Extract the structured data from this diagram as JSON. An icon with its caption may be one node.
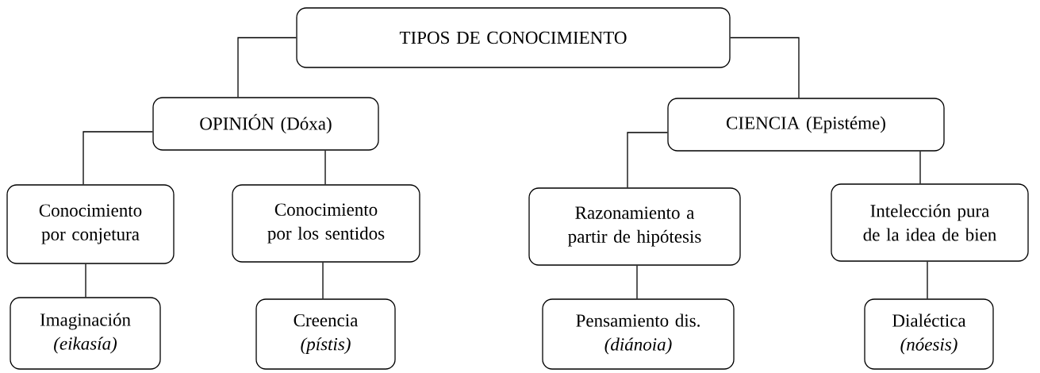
{
  "diagram": {
    "nodes": [
      {
        "text": [
          "TIPOS DE CONOCIMIENTO"
        ]
      },
      {
        "text": [
          "OPINIÓN (Dóxa)"
        ]
      },
      {
        "text": [
          "CIENCIA (Epistéme)"
        ]
      },
      {
        "text": [
          "Conocimiento por conjetura"
        ]
      },
      {
        "text": [
          "Conocimiento por los sentidos"
        ]
      },
      {
        "text": [
          "Razonamiento a partir de hipótesis"
        ]
      },
      {
        "text": [
          "Intelección pura de la idea de bien"
        ]
      },
      {
        "text": [
          "Imaginación",
          "(eikasía)"
        ]
      },
      {
        "text": [
          "Creencia",
          "(pístis)"
        ]
      },
      {
        "text": [
          "Pensamiento dis.",
          "(diánoia)"
        ]
      },
      {
        "text": [
          "Dialéctica",
          "(nóesis)"
        ]
      }
    ],
    "edges": [
      {
        "from": 0,
        "to": 1,
        "arrow": "none"
      },
      {
        "from": 0,
        "to": 2,
        "arrow": "none"
      },
      {
        "from": 1,
        "to": 3,
        "arrow": "none"
      },
      {
        "from": 1,
        "to": 4,
        "arrow": "none"
      },
      {
        "from": 2,
        "to": 5,
        "arrow": "none"
      },
      {
        "from": 2,
        "to": 6,
        "arrow": "none"
      },
      {
        "from": 3,
        "to": 7,
        "arrow": "none"
      },
      {
        "from": 4,
        "to": 8,
        "arrow": "none"
      },
      {
        "from": 5,
        "to": 9,
        "arrow": "none"
      },
      {
        "from": 6,
        "to": 10,
        "arrow": "none"
      }
    ]
  }
}
